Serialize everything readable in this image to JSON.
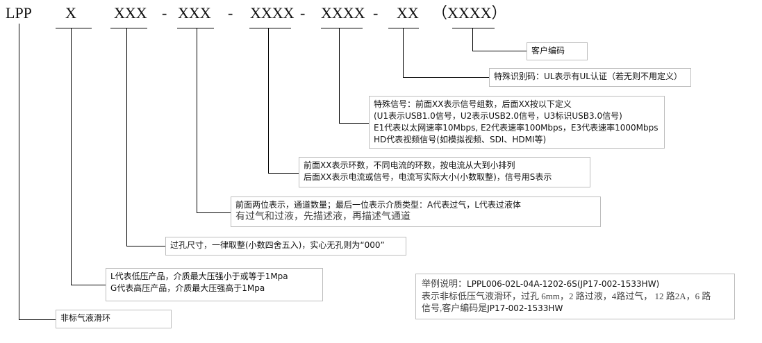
{
  "code_segments": [
    "LPP",
    "X",
    "XXX",
    "-",
    "XXX",
    "-",
    "XXXX",
    "-",
    "XXXX",
    "-",
    "XX",
    "（XXXX）"
  ],
  "boxes": {
    "customer_code": "客户编码",
    "special_code": "特殊识别码：UL表示有UL认证（若无则不用定义）",
    "special_signal": [
      "特殊信号：前面XX表示信号组数，后面XX按以下定义",
      "(U1表示USB1.0信号，U2表示USB2.0信号，U3标识USB3.0信号)",
      "E1代表以太网速率10Mbps, E2代表速率100Mbps，E3代表速率1000Mbps",
      "HD代表视频信号(如模拟视频、SDI、HDMI等)"
    ],
    "rings": [
      "前面XX表示环数，不同电流的环数，按电流从大到小排列",
      "后面XX表示电流或信号，电流写实际大小(小数取整)，信号用S表示"
    ],
    "channels": [
      "前面两位表示，通道数量；最后一位表示介质类型：A代表过气，L代表过液体",
      "有过气和过液，先描述液，再描述气通道"
    ],
    "bore": "过孔尺寸，一律取整(小数四舍五入)，实心无孔则为“000”",
    "pressure": [
      "L代表低压产品，介质最大压强小于或等于1Mpa",
      "G代表高压产品，介质最大压强高于1Mpa"
    ],
    "nonstandard": "非标气液滑环",
    "example": {
      "line1_prefix": "举例说明：",
      "line1_code": "LPPL006-02L-04A-1202-6S(JP17-002-1533HW)",
      "line2": "表示非标低压气液滑环，过孔 6mm，2 路过液，4路过气， 12 路2A，6 路",
      "line3_prefix": "信号,客户编码是",
      "line3_code": "JP17-002-1533HW"
    }
  }
}
